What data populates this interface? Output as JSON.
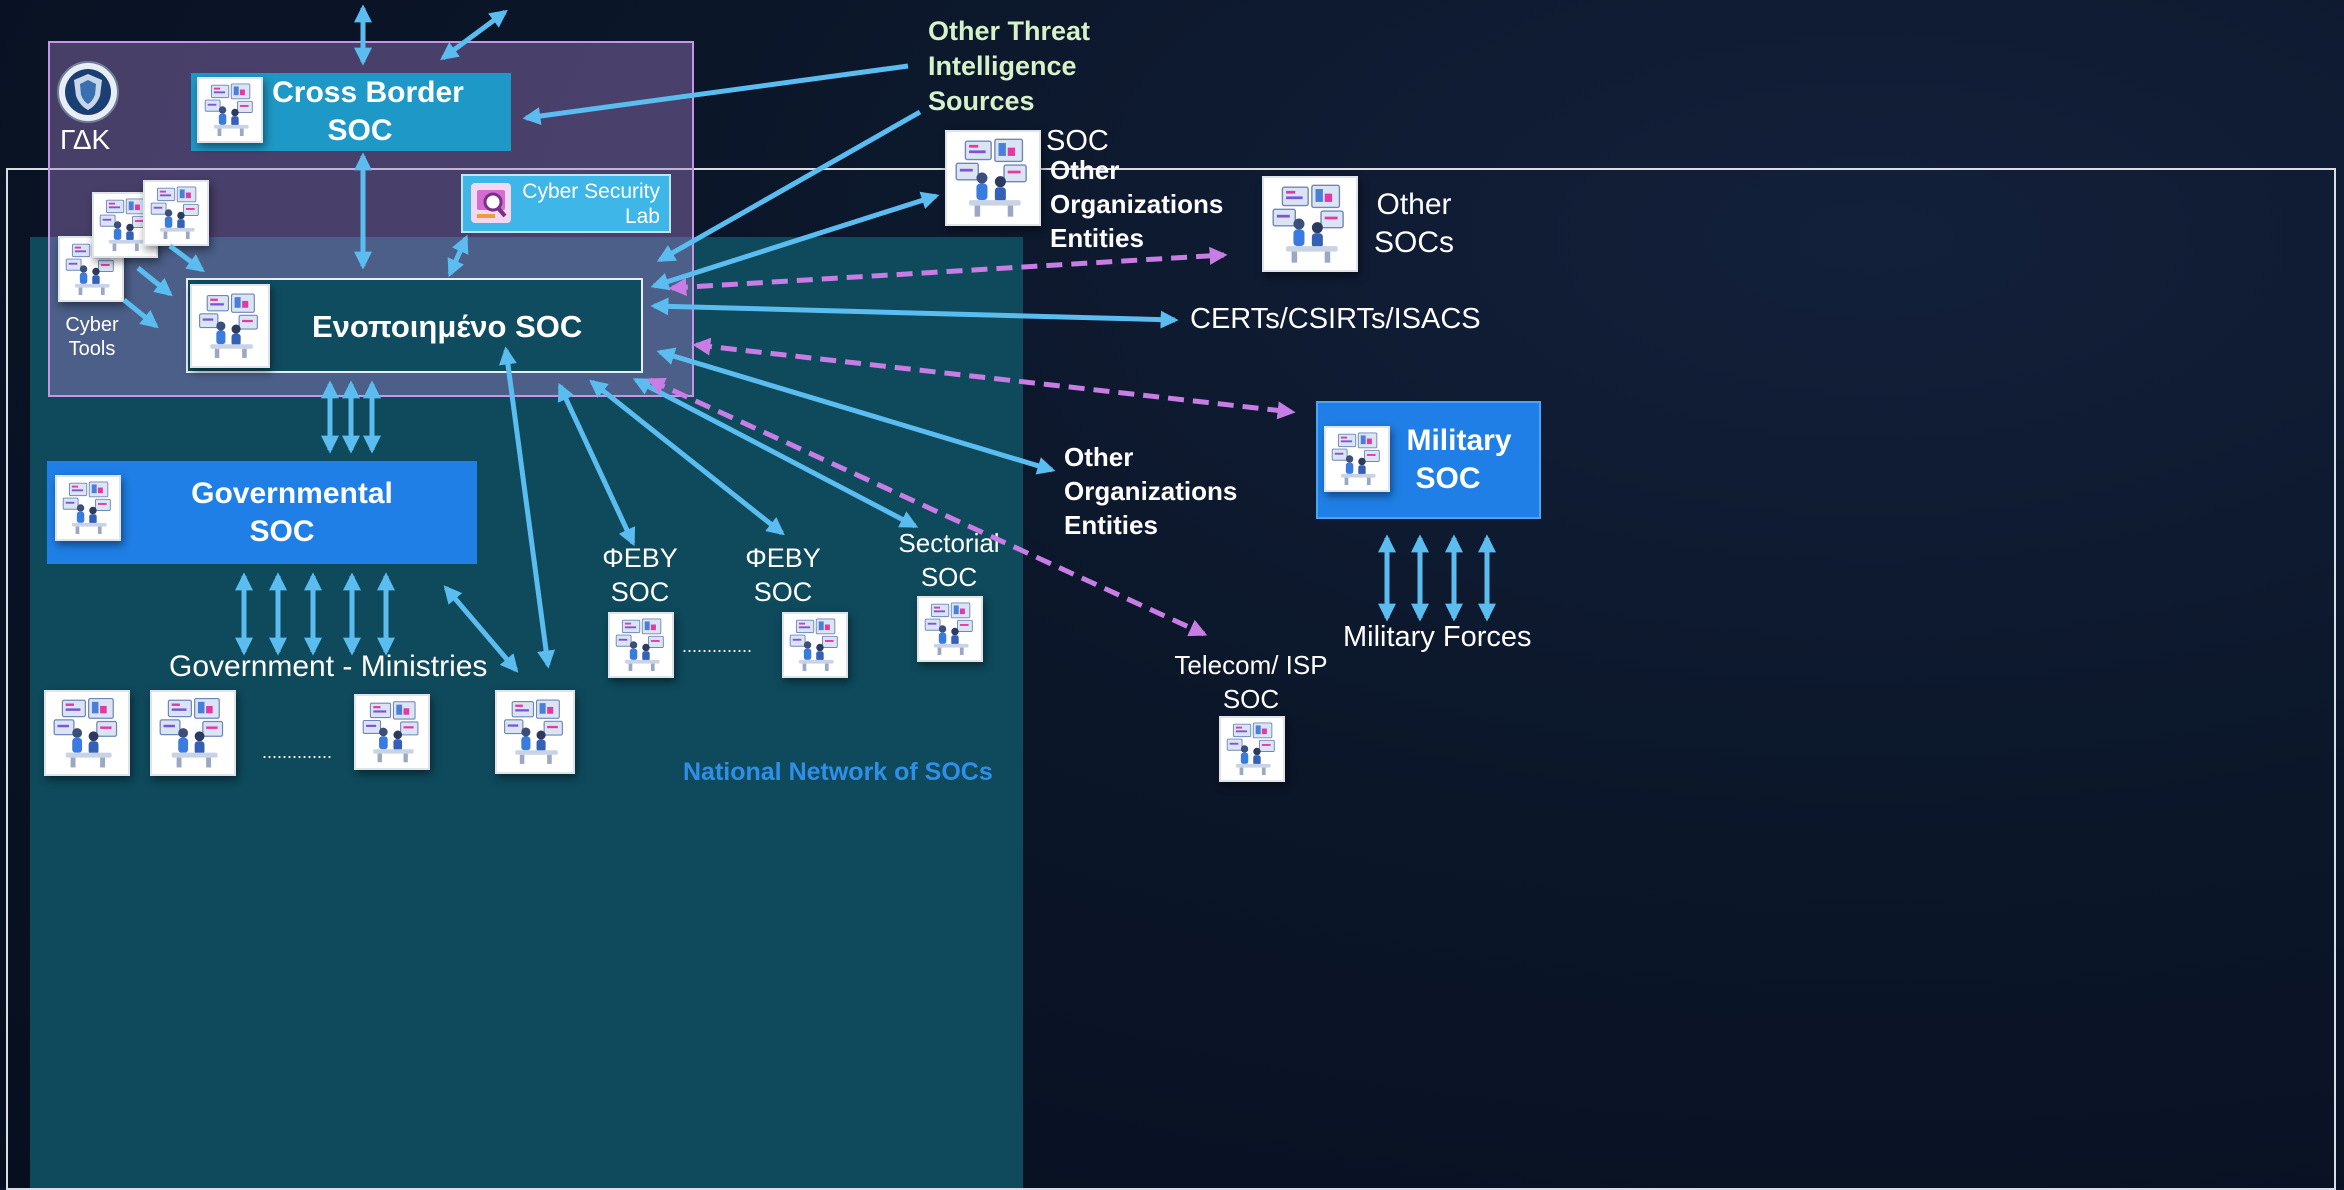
{
  "colors": {
    "arrow_blue": "#5bbcf0",
    "arrow_dashed": "#c77de3",
    "national_bg": "#0e4a5c",
    "gdk_border": "#c595e6",
    "soc_blue": "#1f7fe6",
    "cross_border_bg": "#1e98c6",
    "national_title": "#2f8fe8",
    "threat_text": "#d7f2c8"
  },
  "icons": [
    "soc-operators-icon",
    "lab-magnifier-icon",
    "agency-shield-logo-icon",
    "dotted-ellipsis-icon"
  ],
  "labels": {
    "gdk": "ΓΔΚ",
    "cross_border": [
      "Cross Border",
      "SOC"
    ],
    "cyber_lab": [
      "Cyber Security",
      "Lab"
    ],
    "cyber_tools": [
      "Cyber",
      "Tools"
    ],
    "unified_soc": "Ενοποιημένο SOC",
    "governmental": [
      "Governmental",
      "SOC"
    ],
    "ministries": "Government - Ministries",
    "feby1": [
      "ΦΕΒΥ",
      "SOC"
    ],
    "feby2": [
      "ΦΕΒΥ",
      "SOC"
    ],
    "sectorial": [
      "Sectorial",
      "SOC"
    ],
    "national_network": "National Network of SOCs",
    "other_threat": [
      "Other Threat",
      "Intelligence",
      "Sources"
    ],
    "soc_top": "SOC",
    "other_orgs_top": [
      "Other",
      "Organizations",
      "Entities"
    ],
    "other_socs": [
      "Other",
      "SOCs"
    ],
    "certs": "CERTs/CSIRTs/ISACS",
    "other_orgs_mid": [
      "Other",
      "Organizations",
      "Entities"
    ],
    "military": [
      "Military",
      "SOC"
    ],
    "military_forces": "Military Forces",
    "telecom": [
      "Telecom/ ISP",
      "SOC"
    ],
    "dots1": "..............",
    "dots2": ".............."
  }
}
